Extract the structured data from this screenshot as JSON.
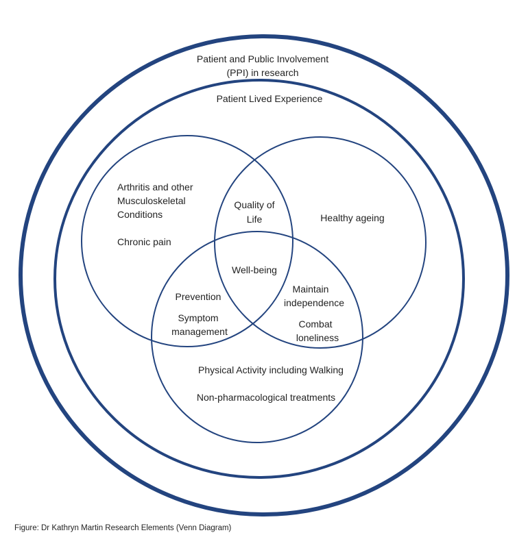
{
  "diagram": {
    "type": "venn",
    "stroke_color": "#23447f",
    "outer_rings": [
      {
        "id": "ppi",
        "label_lines": [
          "Patient and  Public Involvement",
          "(PPI) in research"
        ]
      },
      {
        "id": "lived",
        "label_lines": [
          "Patient Lived Experience"
        ]
      }
    ],
    "sets": [
      {
        "id": "arthritis",
        "label_lines": [
          "Arthritis and other",
          "Musculoskeletal",
          "Conditions"
        ],
        "extra": "Chronic pain"
      },
      {
        "id": "ageing",
        "label": "Healthy ageing"
      },
      {
        "id": "activity",
        "label": "Physical Activity including Walking",
        "extra": "Non-pharmacological treatments"
      }
    ],
    "intersections": {
      "arthritis_ageing": [
        "Quality of",
        "Life"
      ],
      "all": "Well-being",
      "arthritis_activity": {
        "first": "Prevention",
        "second_lines": [
          "Symptom",
          "management"
        ]
      },
      "ageing_activity": {
        "first_lines": [
          "Maintain",
          "independence"
        ],
        "second_lines": [
          "Combat",
          "loneliness"
        ]
      }
    }
  },
  "caption": "Figure: Dr Kathryn Martin Research Elements (Venn Diagram)"
}
